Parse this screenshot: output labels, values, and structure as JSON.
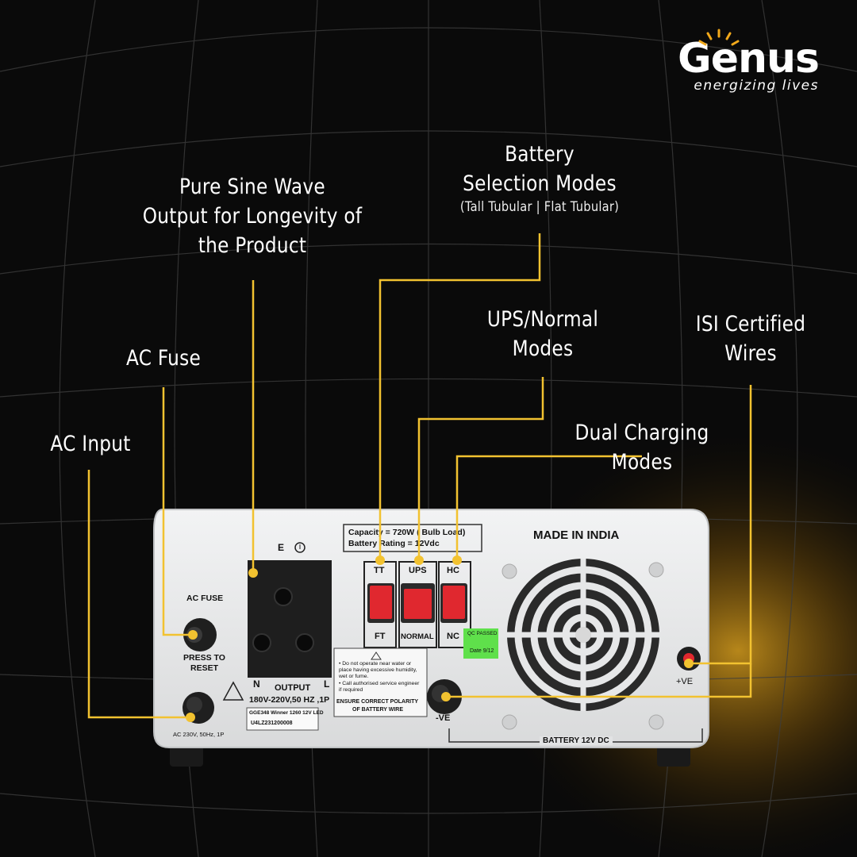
{
  "brand": {
    "name": "Genus",
    "tagline": "energizing lives"
  },
  "callouts": {
    "battery_modes": {
      "title_line1": "Battery",
      "title_line2": "Selection Modes",
      "subtitle": "(Tall Tubular | Flat Tubular)"
    },
    "pure_sine": {
      "line1": "Pure Sine Wave",
      "line2": "Output for Longevity of",
      "line3": "the Product"
    },
    "ups_normal": {
      "line1": "UPS/Normal",
      "line2": "Modes"
    },
    "isi_wires": {
      "line1": "ISI Certified",
      "line2": "Wires"
    },
    "ac_fuse": {
      "line1": "AC Fuse"
    },
    "dual_charging": {
      "line1": "Dual Charging",
      "line2": "Modes"
    },
    "ac_input": {
      "line1": "AC Input"
    }
  },
  "panel": {
    "made_in": "MADE IN INDIA",
    "capacity": "Capacity = 720W ( Bulb Load)",
    "battery_rating": "Battery Rating = 12Vdc",
    "switch_tt": "TT",
    "switch_ft": "FT",
    "switch_ups": "UPS",
    "switch_normal": "NORMAL",
    "switch_hc": "HC",
    "switch_nc": "NC",
    "earth": "E",
    "neutral": "N",
    "live": "L",
    "output": "OUTPUT",
    "output_spec": "180V-220V,50 HZ ,1P",
    "ac_fuse": "AC FUSE",
    "press_to": "PRESS TO",
    "reset": "RESET",
    "ac_spec": "AC 230V, 50Hz, 1P",
    "model_line": "GGE348 Winner 1260 12V LED",
    "serial": "U4LZ231200008",
    "warn1": "• Do not operate near water or place having excessive humidity, wet or fume.",
    "warn2": "• Call authorised service engineer if required",
    "polarity1": "ENSURE CORRECT POLARITY",
    "polarity2": "OF BATTERY WIRE",
    "neg_term": "-VE",
    "pos_term": "+VE",
    "battery_dc": "BATTERY 12V DC",
    "qc_passed": "QC PASSED",
    "qc_date": "Date 9/12"
  },
  "colors": {
    "accent": "#f2c230",
    "background": "#0a0a0a",
    "panel": "#e8e9ea",
    "switch_red": "#e0282f"
  }
}
